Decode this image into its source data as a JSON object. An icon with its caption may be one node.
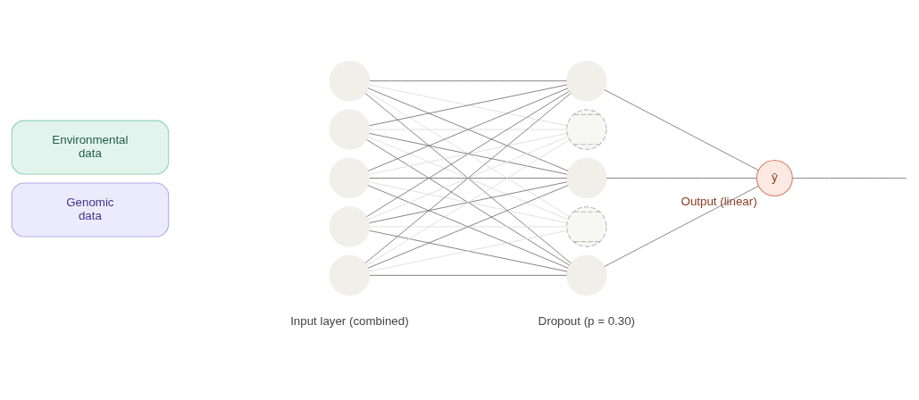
{
  "diagram": {
    "nodes": [
      {
        "text": [
          "Environmental",
          "data"
        ]
      },
      {
        "text": [
          "Genomic",
          "data"
        ]
      },
      {
        "text": [],
        "shape": "circle"
      },
      {
        "text": [],
        "shape": "circle"
      },
      {
        "text": [],
        "shape": "circle"
      },
      {
        "text": [],
        "shape": "circle"
      },
      {
        "text": [],
        "shape": "circle"
      },
      {
        "text": [],
        "shape": "circle"
      },
      {
        "text": [],
        "shape": "cross"
      },
      {
        "text": [],
        "shape": "circle"
      },
      {
        "text": [],
        "shape": "cross"
      },
      {
        "text": [],
        "shape": "circle"
      },
      {
        "text": [
          "ŷ"
        ],
        "beside": [
          "Output (linear)"
        ]
      }
    ],
    "edges": [
      {
        "from": 2,
        "to": 7,
        "arrow": "none"
      },
      {
        "from": 2,
        "to": 8,
        "arrow": "none",
        "color": "#dddddd"
      },
      {
        "from": 2,
        "to": 9,
        "arrow": "none"
      },
      {
        "from": 2,
        "to": 10,
        "arrow": "none",
        "color": "#dddddd"
      },
      {
        "from": 2,
        "to": 11,
        "arrow": "none"
      },
      {
        "from": 3,
        "to": 7,
        "arrow": "none"
      },
      {
        "from": 3,
        "to": 8,
        "arrow": "none",
        "color": "#dddddd"
      },
      {
        "from": 3,
        "to": 9,
        "arrow": "none"
      },
      {
        "from": 3,
        "to": 10,
        "arrow": "none",
        "color": "#dddddd"
      },
      {
        "from": 3,
        "to": 11,
        "arrow": "none"
      },
      {
        "from": 4,
        "to": 7,
        "arrow": "none"
      },
      {
        "from": 4,
        "to": 8,
        "arrow": "none",
        "color": "#dddddd"
      },
      {
        "from": 4,
        "to": 9,
        "arrow": "none"
      },
      {
        "from": 4,
        "to": 10,
        "arrow": "none",
        "color": "#dddddd"
      },
      {
        "from": 4,
        "to": 11,
        "arrow": "none"
      },
      {
        "from": 5,
        "to": 7,
        "arrow": "none"
      },
      {
        "from": 5,
        "to": 8,
        "arrow": "none",
        "color": "#dddddd"
      },
      {
        "from": 5,
        "to": 9,
        "arrow": "none"
      },
      {
        "from": 5,
        "to": 10,
        "arrow": "none",
        "color": "#dddddd"
      },
      {
        "from": 5,
        "to": 11,
        "arrow": "none"
      },
      {
        "from": 6,
        "to": 7,
        "arrow": "none"
      },
      {
        "from": 6,
        "to": 8,
        "arrow": "none",
        "color": "#dddddd"
      },
      {
        "from": 6,
        "to": 9,
        "arrow": "none"
      },
      {
        "from": 6,
        "to": 10,
        "arrow": "none",
        "color": "#dddddd"
      },
      {
        "from": 6,
        "to": 11,
        "arrow": "none"
      },
      {
        "from": 7,
        "to": 12,
        "arrow": "none"
      },
      {
        "from": 9,
        "to": 12,
        "arrow": "none"
      },
      {
        "from": 11,
        "to": 12,
        "arrow": "none"
      },
      {
        "from": 12,
        "to": null,
        "arrow": "none"
      }
    ],
    "labels": [
      "Input layer (combined)",
      "Dropout (p = 0.30)"
    ]
  }
}
